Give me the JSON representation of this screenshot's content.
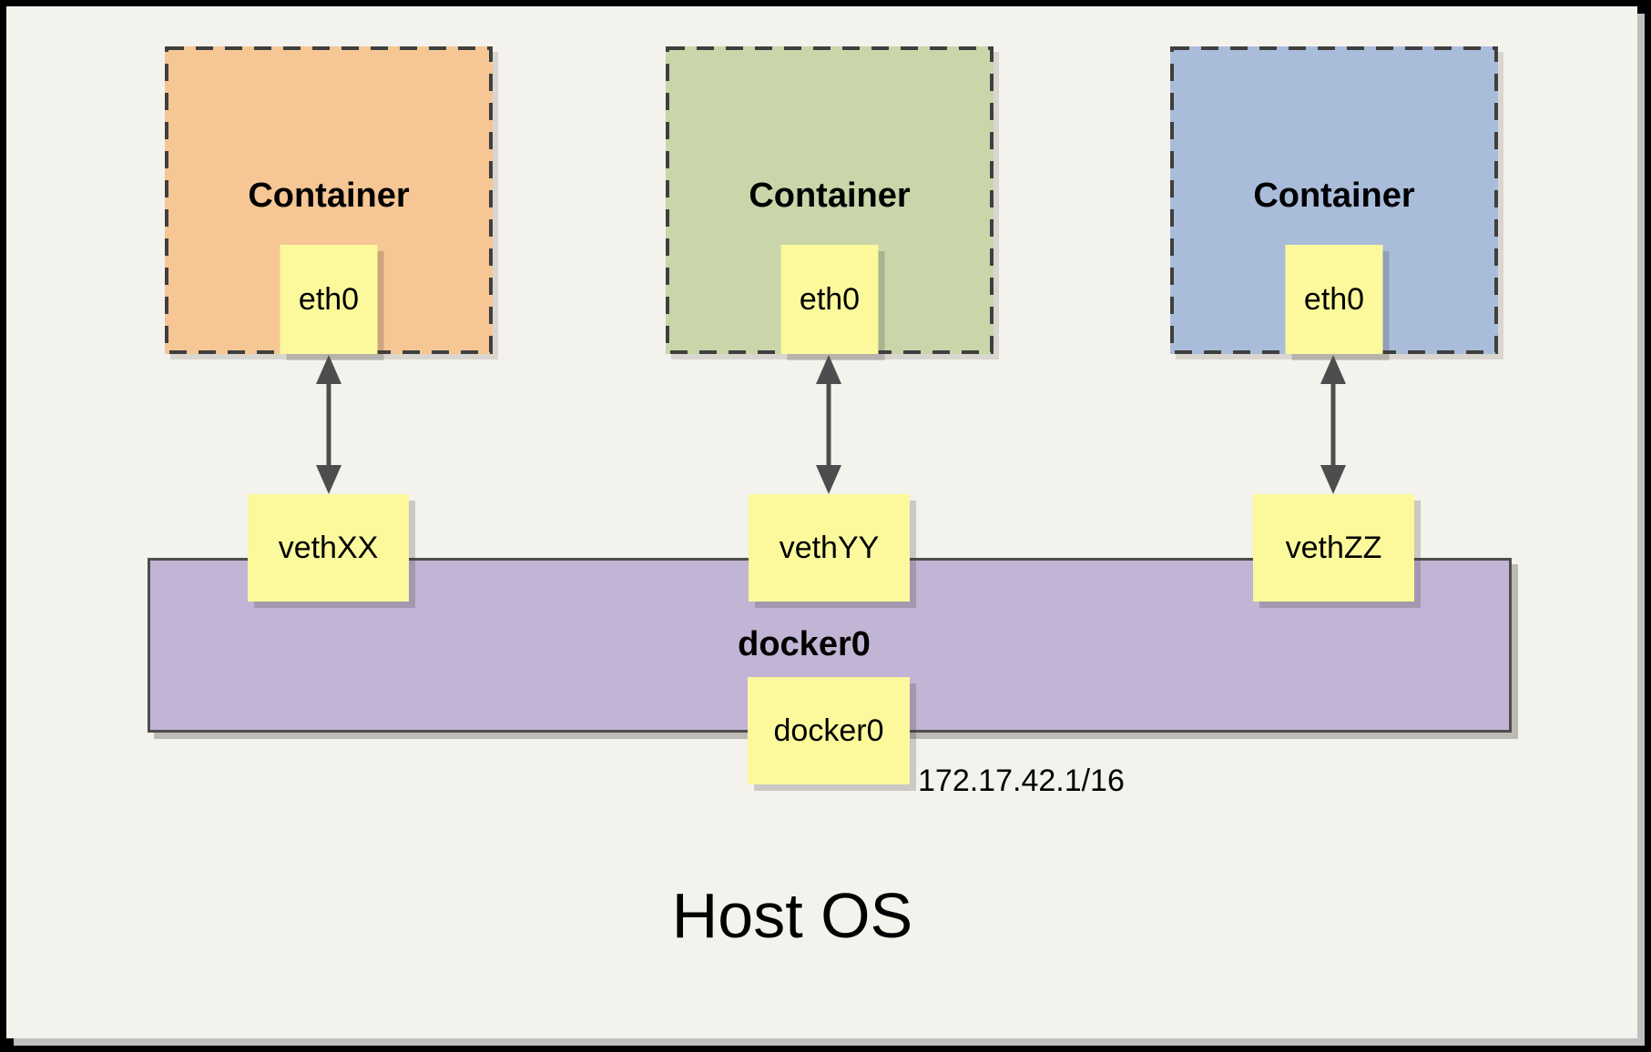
{
  "diagram": {
    "host_label": "Host OS",
    "containers": [
      {
        "label": "Container",
        "interface": "eth0",
        "veth": "vethXX",
        "color": "#F6C694"
      },
      {
        "label": "Container",
        "interface": "eth0",
        "veth": "vethYY",
        "color": "#C9D6A9"
      },
      {
        "label": "Container",
        "interface": "eth0",
        "veth": "vethZZ",
        "color": "#A9BDDB"
      }
    ],
    "bridge": {
      "label": "docker0",
      "interface_box": "docker0",
      "ip": "172.17.42.1/16"
    }
  },
  "theme": {
    "background": "#F4F2EC",
    "frame": "#000000",
    "note_yellow": "#FBF99B",
    "bridge_purple": "#C2B4D4",
    "line_gray": "#4D4D4D",
    "dash_border": "#3F3F3F"
  }
}
